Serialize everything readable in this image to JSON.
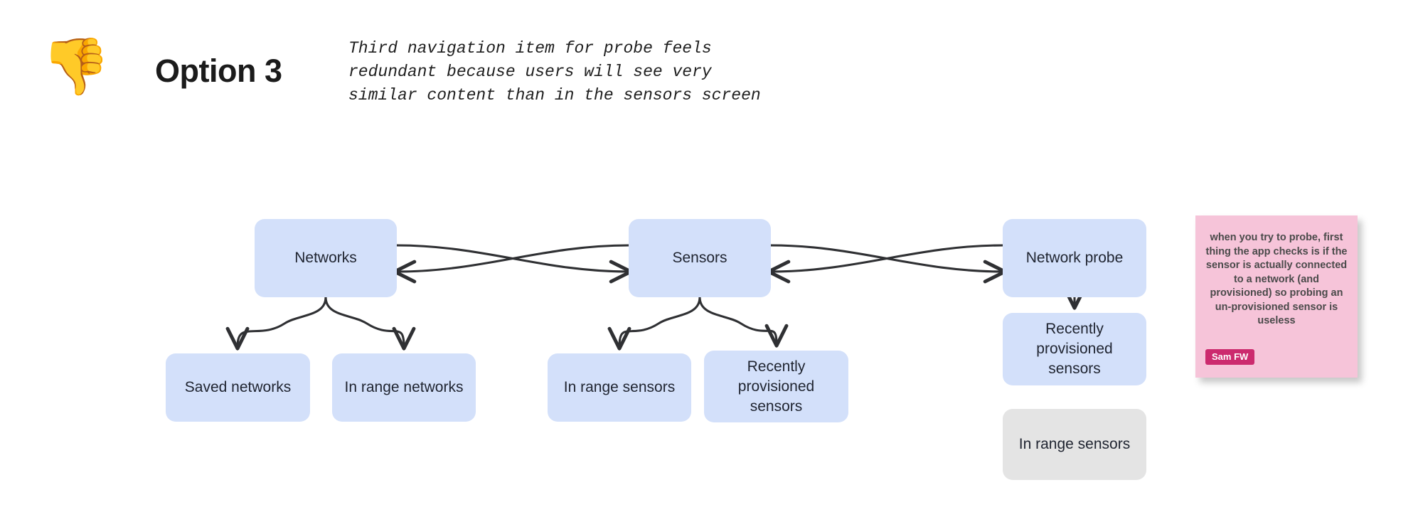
{
  "header": {
    "emoji_icon": "thumbs-down-icon",
    "emoji": "👎",
    "title": "Option 3",
    "annotation": "Third navigation item for probe feels\nredundant because users will see very\nsimilar content than in the sensors screen"
  },
  "diagram": {
    "type": "flow",
    "colors": {
      "node_blue": "#d3e0fa",
      "node_gray": "#e4e4e4",
      "edge": "#2f3033",
      "text": "#1f2430",
      "sticky_bg": "#f6c4d9",
      "sticky_author_bg": "#cc2a6e"
    },
    "nodes": [
      {
        "id": "networks",
        "label": "Networks",
        "state": "active",
        "column": "left",
        "row": "top"
      },
      {
        "id": "sensors",
        "label": "Sensors",
        "state": "active",
        "column": "center",
        "row": "top"
      },
      {
        "id": "network-probe",
        "label": "Network probe",
        "state": "active",
        "column": "right",
        "row": "top"
      },
      {
        "id": "saved-networks",
        "label": "Saved networks",
        "state": "active",
        "column": "left",
        "row": "children"
      },
      {
        "id": "in-range-networks",
        "label": "In range networks",
        "state": "active",
        "column": "left",
        "row": "children"
      },
      {
        "id": "in-range-sensors",
        "label": "In range sensors",
        "state": "active",
        "column": "center",
        "row": "children"
      },
      {
        "id": "recently-provisioned-sensors",
        "label": "Recently\nprovisioned sensors",
        "state": "active",
        "column": "center",
        "row": "children"
      },
      {
        "id": "recently-provisioned-sensors-2",
        "label": "Recently\nprovisioned sensors",
        "state": "active",
        "column": "right",
        "row": "children"
      },
      {
        "id": "in-range-sensors-2",
        "label": "In range sensors",
        "state": "disabled",
        "column": "right",
        "row": "children"
      }
    ],
    "edges": [
      {
        "from": "networks",
        "to": "sensors",
        "style": "curved-cross",
        "direction": "bidirectional"
      },
      {
        "from": "sensors",
        "to": "network-probe",
        "style": "curved-cross",
        "direction": "bidirectional"
      },
      {
        "from": "networks",
        "to": "saved-networks",
        "style": "fork",
        "direction": "down"
      },
      {
        "from": "networks",
        "to": "in-range-networks",
        "style": "fork",
        "direction": "down"
      },
      {
        "from": "sensors",
        "to": "in-range-sensors",
        "style": "fork",
        "direction": "down"
      },
      {
        "from": "sensors",
        "to": "recently-provisioned-sensors",
        "style": "fork",
        "direction": "down"
      },
      {
        "from": "network-probe",
        "to": "recently-provisioned-sensors-2",
        "style": "straight",
        "direction": "down"
      }
    ]
  },
  "sticky_note": {
    "text": "when you try to probe, first thing the app checks is if the sensor is actually connected to a network (and provisioned) so probing an un-provisioned sensor is useless",
    "author": "Sam FW"
  }
}
